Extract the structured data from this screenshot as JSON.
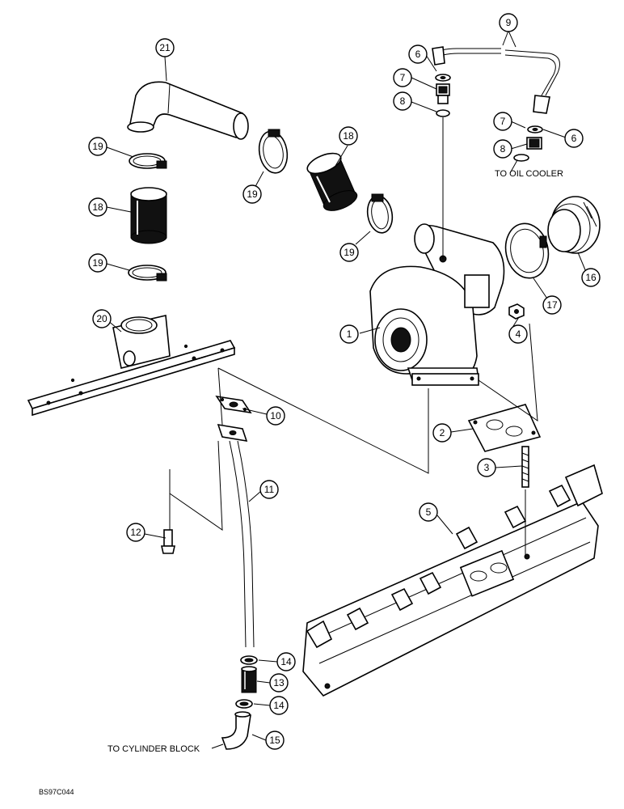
{
  "notes": {
    "to_oil_cooler": "TO OIL COOLER",
    "to_cylinder_block": "TO CYLINDER BLOCK",
    "figure_code": "BS97C044"
  },
  "callouts": [
    {
      "id": "c1",
      "label": "1"
    },
    {
      "id": "c2",
      "label": "2"
    },
    {
      "id": "c3",
      "label": "3"
    },
    {
      "id": "c4",
      "label": "4"
    },
    {
      "id": "c5",
      "label": "5"
    },
    {
      "id": "c6a",
      "label": "6"
    },
    {
      "id": "c6b",
      "label": "6"
    },
    {
      "id": "c7a",
      "label": "7"
    },
    {
      "id": "c7b",
      "label": "7"
    },
    {
      "id": "c8a",
      "label": "8"
    },
    {
      "id": "c8b",
      "label": "8"
    },
    {
      "id": "c9",
      "label": "9"
    },
    {
      "id": "c10",
      "label": "10"
    },
    {
      "id": "c11",
      "label": "11"
    },
    {
      "id": "c12",
      "label": "12"
    },
    {
      "id": "c13",
      "label": "13"
    },
    {
      "id": "c14a",
      "label": "14"
    },
    {
      "id": "c14b",
      "label": "14"
    },
    {
      "id": "c15",
      "label": "15"
    },
    {
      "id": "c16",
      "label": "16"
    },
    {
      "id": "c17",
      "label": "17"
    },
    {
      "id": "c18a",
      "label": "18"
    },
    {
      "id": "c18b",
      "label": "18"
    },
    {
      "id": "c19a",
      "label": "19"
    },
    {
      "id": "c19b",
      "label": "19"
    },
    {
      "id": "c19c",
      "label": "19"
    },
    {
      "id": "c19d",
      "label": "19"
    },
    {
      "id": "c20",
      "label": "20"
    },
    {
      "id": "c21",
      "label": "21"
    }
  ]
}
